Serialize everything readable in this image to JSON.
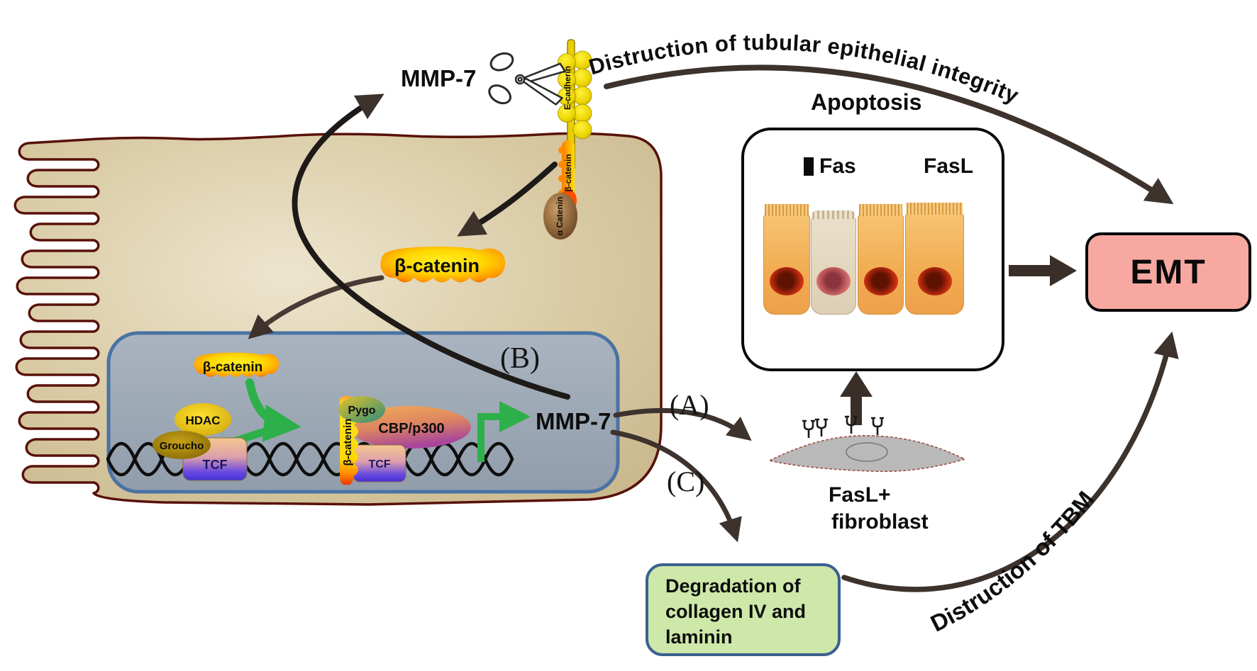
{
  "arcs": {
    "top_label": "Distruction of tubular epithelial integrity",
    "tbm_label": "Distruction of TBM"
  },
  "membrane_complex": {
    "e_cadherin": "E-cadherin",
    "beta_catenin_strip": "β-catenin",
    "alpha_catenin": "α Catenin"
  },
  "mmp7_extracellular": "MMP-7",
  "cytoplasm": {
    "beta_catenin": "β-catenin"
  },
  "nucleus": {
    "label_b": "(B)",
    "beta_catenin": "β-catenin",
    "hdac": "HDAC",
    "groucho": "Groucho",
    "tcf_left": "TCF",
    "pygo": "Pygo",
    "beta_catenin_bar": "β-catenin",
    "cbp_p300": "CBP/p300",
    "tcf_right": "TCF",
    "mmp7_gene": "MMP-7"
  },
  "pathway_labels": {
    "a": "(A)",
    "c": "(C)"
  },
  "apoptosis": {
    "title": "Apoptosis",
    "legend_fas": "Fas",
    "legend_fasl": "FasL"
  },
  "fibroblast": {
    "line1": "FasL+",
    "line2": "fibroblast"
  },
  "emt": {
    "label": "EMT"
  },
  "degradation": {
    "line1": "Degradation of",
    "line2": "collagen IV and",
    "line3": "laminin"
  },
  "colors": {
    "cell_fill": "#d8c9a2",
    "cell_border": "#581109",
    "nucleus_fill": "#9aa5b2",
    "nucleus_border": "#4a73a4",
    "emt_fill": "#f7a9a1",
    "degradation_fill": "#cde8a9",
    "degradation_border": "#3c6090",
    "arrow_dark": "#3d322c",
    "arrow_green": "#2db04a",
    "beta_catenin_yellow": "#ffd800",
    "apoptotic_cell_orange": "#f1ad52"
  }
}
